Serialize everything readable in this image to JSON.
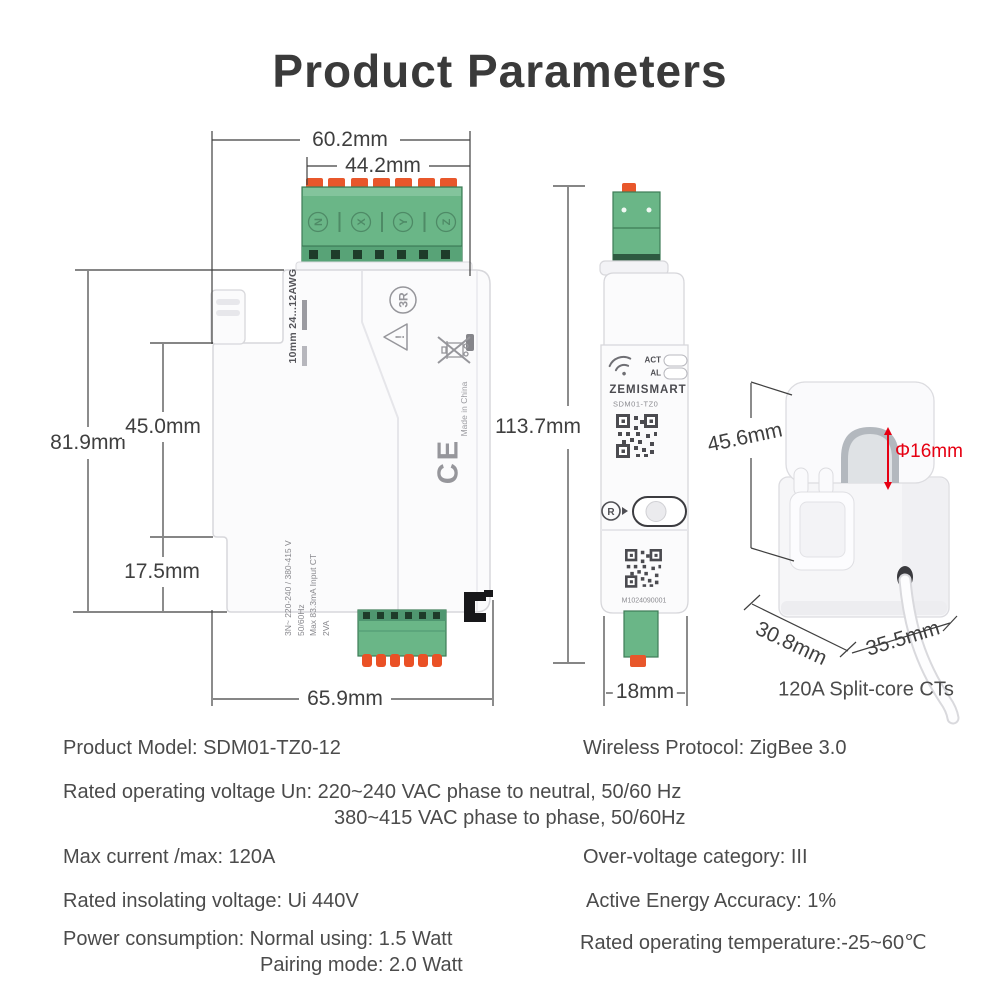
{
  "title": "Product Parameters",
  "front_view": {
    "dim_width_outer": "60.2mm",
    "dim_width_terminal": "44.2mm",
    "dim_height_outer": "81.9mm",
    "dim_height_front": "45.0mm",
    "dim_height_lower": "17.5mm",
    "dim_width_bottom": "65.9mm",
    "terminals": [
      "N",
      "X",
      "Y",
      "Z"
    ],
    "wire_spec": "10mm  24...12AWG",
    "mark_3r": "3R",
    "warning_mark": "!",
    "ratings": [
      "3N~ 220-240 / 380-415 V",
      "50/60Hz",
      "Max 83.3mA Input CT",
      "2VA"
    ],
    "made_in": "Made in China",
    "ce_mark": "CE"
  },
  "side_view": {
    "dim_height": "113.7mm",
    "dim_width": "18mm",
    "led_act": "ACT",
    "led_al": "AL",
    "brand": "ZEMISMART",
    "model": "SDM01-TZ0",
    "reset": "R",
    "serial": "M1024090001"
  },
  "ct_view": {
    "dim_height": "45.6mm",
    "dim_hole": "Φ16mm",
    "dim_depth": "30.8mm",
    "dim_width": "35.5mm",
    "caption": "120A Split-core CTs"
  },
  "specs": {
    "product_model": "Product Model: SDM01-TZ0-12",
    "wireless": "Wireless Protocol: ZigBee 3.0",
    "voltage_line1": "Rated operating voltage Un: 220~240 VAC phase to neutral, 50/60 Hz",
    "voltage_line2": "380~415 VAC phase to phase, 50/60Hz",
    "max_current": "Max current /max: 120A",
    "over_voltage": "Over-voltage category: III",
    "insolating": "Rated insolating voltage: Ui 440V",
    "accuracy": "Active Energy Accuracy: 1%",
    "power_line1": "Power consumption: Normal using: 1.5 Watt",
    "power_line2": "Pairing mode: 2.0 Watt",
    "temperature": "Rated operating temperature:-25~60℃"
  },
  "colors": {
    "accent_red": "#e60012",
    "terminal_green": "#6ab687",
    "tab_orange": "#e8572b",
    "text_dark": "#3f3f3f"
  }
}
